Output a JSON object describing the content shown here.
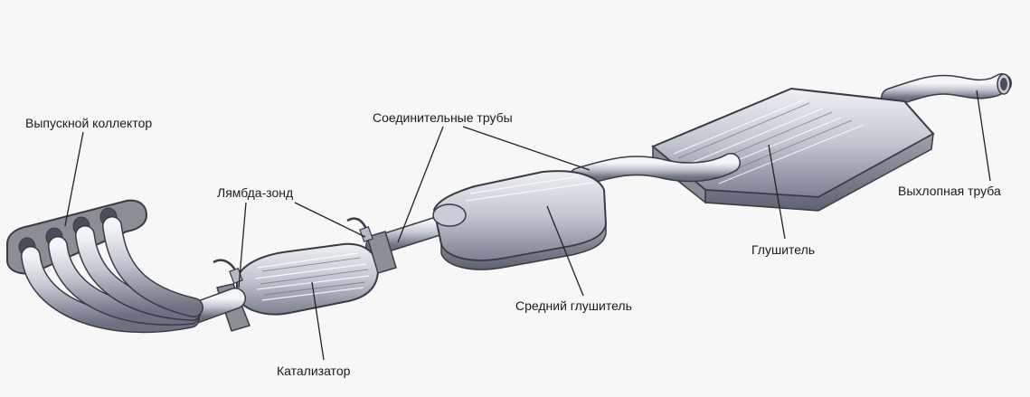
{
  "labels": {
    "manifold": "Выпускной коллектор",
    "lambda": "Лямбда-зонд",
    "catalyst": "Катализатор",
    "pipes": "Соединительные трубы",
    "mid_muffler": "Средний глушитель",
    "muffler": "Глушитель",
    "tailpipe": "Выхлопная труба"
  },
  "colors": {
    "metal_light": "#e6e8ee",
    "metal_mid": "#b6bac6",
    "metal_dark": "#6c7080",
    "outline": "#3a3a44",
    "flange": "#8c8e96",
    "leader": "#222222"
  }
}
